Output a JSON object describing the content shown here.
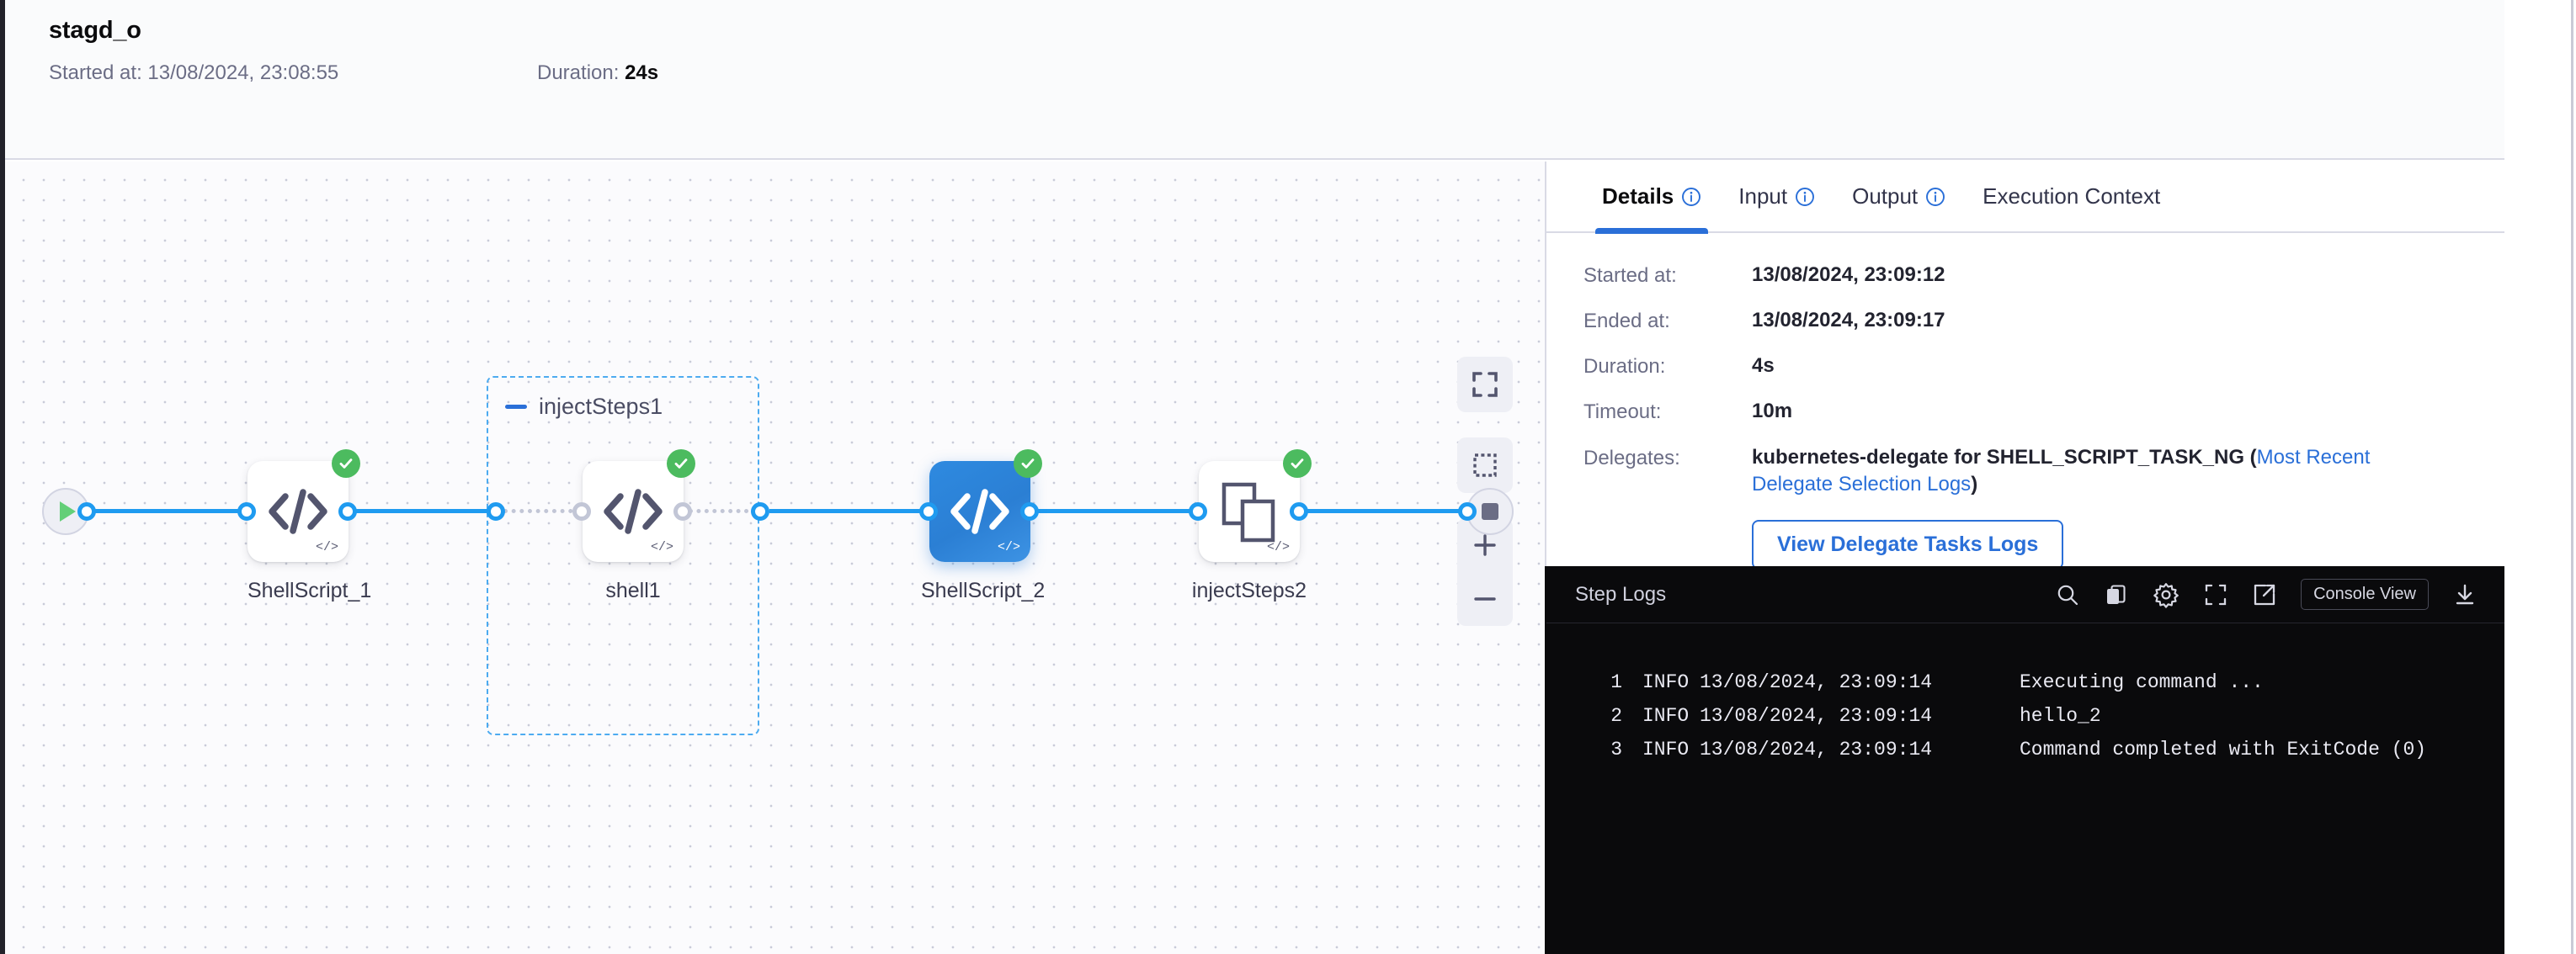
{
  "header": {
    "title": "stagd_o",
    "started_label": "Started at:",
    "started_value": "13/08/2024, 23:08:55",
    "duration_label": "Duration:",
    "duration_value": "24s"
  },
  "colors": {
    "accent_blue": "#2a6fd8",
    "wire_blue": "#1f9bf0",
    "success_green": "#4cbb5f",
    "selected_node": "#2e8ae0",
    "log_background": "#0a0a0c",
    "header_background": "#fafbfc"
  },
  "graph": {
    "start_node": {
      "name": "start",
      "icon": "play-icon"
    },
    "end_node": {
      "name": "end",
      "icon": "stop-icon"
    },
    "group": {
      "label": "injectSteps1",
      "collapse_icon": "minus-icon"
    },
    "nodes": [
      {
        "label": "ShellScript_1",
        "icon": "code-icon",
        "status": "success",
        "selected": false
      },
      {
        "label": "shell1",
        "icon": "code-icon",
        "status": "success",
        "selected": false
      },
      {
        "label": "ShellScript_2",
        "icon": "code-icon",
        "status": "success",
        "selected": true
      },
      {
        "label": "injectSteps2",
        "icon": "copies-icon",
        "status": "success",
        "selected": false
      }
    ],
    "controls": [
      {
        "name": "fit-to-screen",
        "icon": "expand-icon"
      },
      {
        "name": "selection-box",
        "icon": "dashed-square-icon"
      },
      {
        "name": "zoom-in",
        "icon": "plus-icon"
      },
      {
        "name": "zoom-out",
        "icon": "minus-icon"
      }
    ]
  },
  "panel": {
    "tabs": [
      {
        "label": "Details",
        "active": true,
        "has_info": true
      },
      {
        "label": "Input",
        "active": false,
        "has_info": true
      },
      {
        "label": "Output",
        "active": false,
        "has_info": true
      },
      {
        "label": "Execution Context",
        "active": false,
        "has_info": false
      }
    ],
    "details": [
      {
        "key": "Started at:",
        "value": "13/08/2024, 23:09:12"
      },
      {
        "key": "Ended at:",
        "value": "13/08/2024, 23:09:17"
      },
      {
        "key": "Duration:",
        "value": "4s"
      },
      {
        "key": "Timeout:",
        "value": "10m"
      }
    ],
    "delegates": {
      "key": "Delegates:",
      "text_before": "kubernetes-delegate for SHELL_SCRIPT_TASK_NG (",
      "link_text": "Most Recent Delegate Selection Logs",
      "text_after": ")"
    },
    "delegate_button": "View Delegate Tasks Logs"
  },
  "logs": {
    "title": "Step Logs",
    "console_view_button": "Console View",
    "tools": [
      {
        "name": "search-icon"
      },
      {
        "name": "copy-icon"
      },
      {
        "name": "gear-icon"
      },
      {
        "name": "fullscreen-icon"
      },
      {
        "name": "external-link-icon"
      },
      {
        "name": "download-icon"
      }
    ],
    "lines": [
      {
        "no": "1",
        "level": "INFO",
        "timestamp": "13/08/2024, 23:09:14",
        "message": "Executing command ..."
      },
      {
        "no": "2",
        "level": "INFO",
        "timestamp": "13/08/2024, 23:09:14",
        "message": "hello_2"
      },
      {
        "no": "3",
        "level": "INFO",
        "timestamp": "13/08/2024, 23:09:14",
        "message": "Command completed with ExitCode (0)"
      }
    ]
  }
}
